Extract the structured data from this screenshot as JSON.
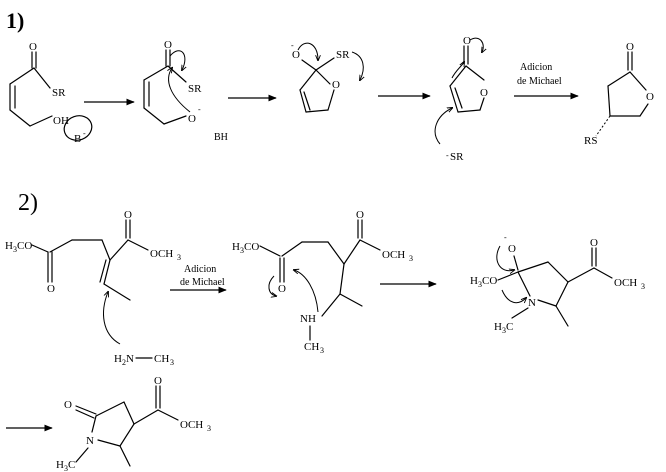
{
  "steps": {
    "one": "1)",
    "two": "2)"
  },
  "labels": {
    "michael_top": "Adicion",
    "michael_bottom": "de Michael",
    "michael2_top": "Adicion",
    "michael2_bottom": "de Michael",
    "base": "BH"
  },
  "atoms": {
    "o": "O",
    "sr": "SR",
    "rs": "RS",
    "neg_sr": "-SR",
    "oh": "OH",
    "b_minus": "B",
    "h3c": "H",
    "ch3": "CH",
    "nh": "NH",
    "n": "N",
    "h2n": "H",
    "h3co": "H",
    "minus": "-",
    "three": "3",
    "two": "2",
    "c_char": "C",
    "co_char": "CO",
    "n_char": "N",
    "o_char": "OCH"
  }
}
